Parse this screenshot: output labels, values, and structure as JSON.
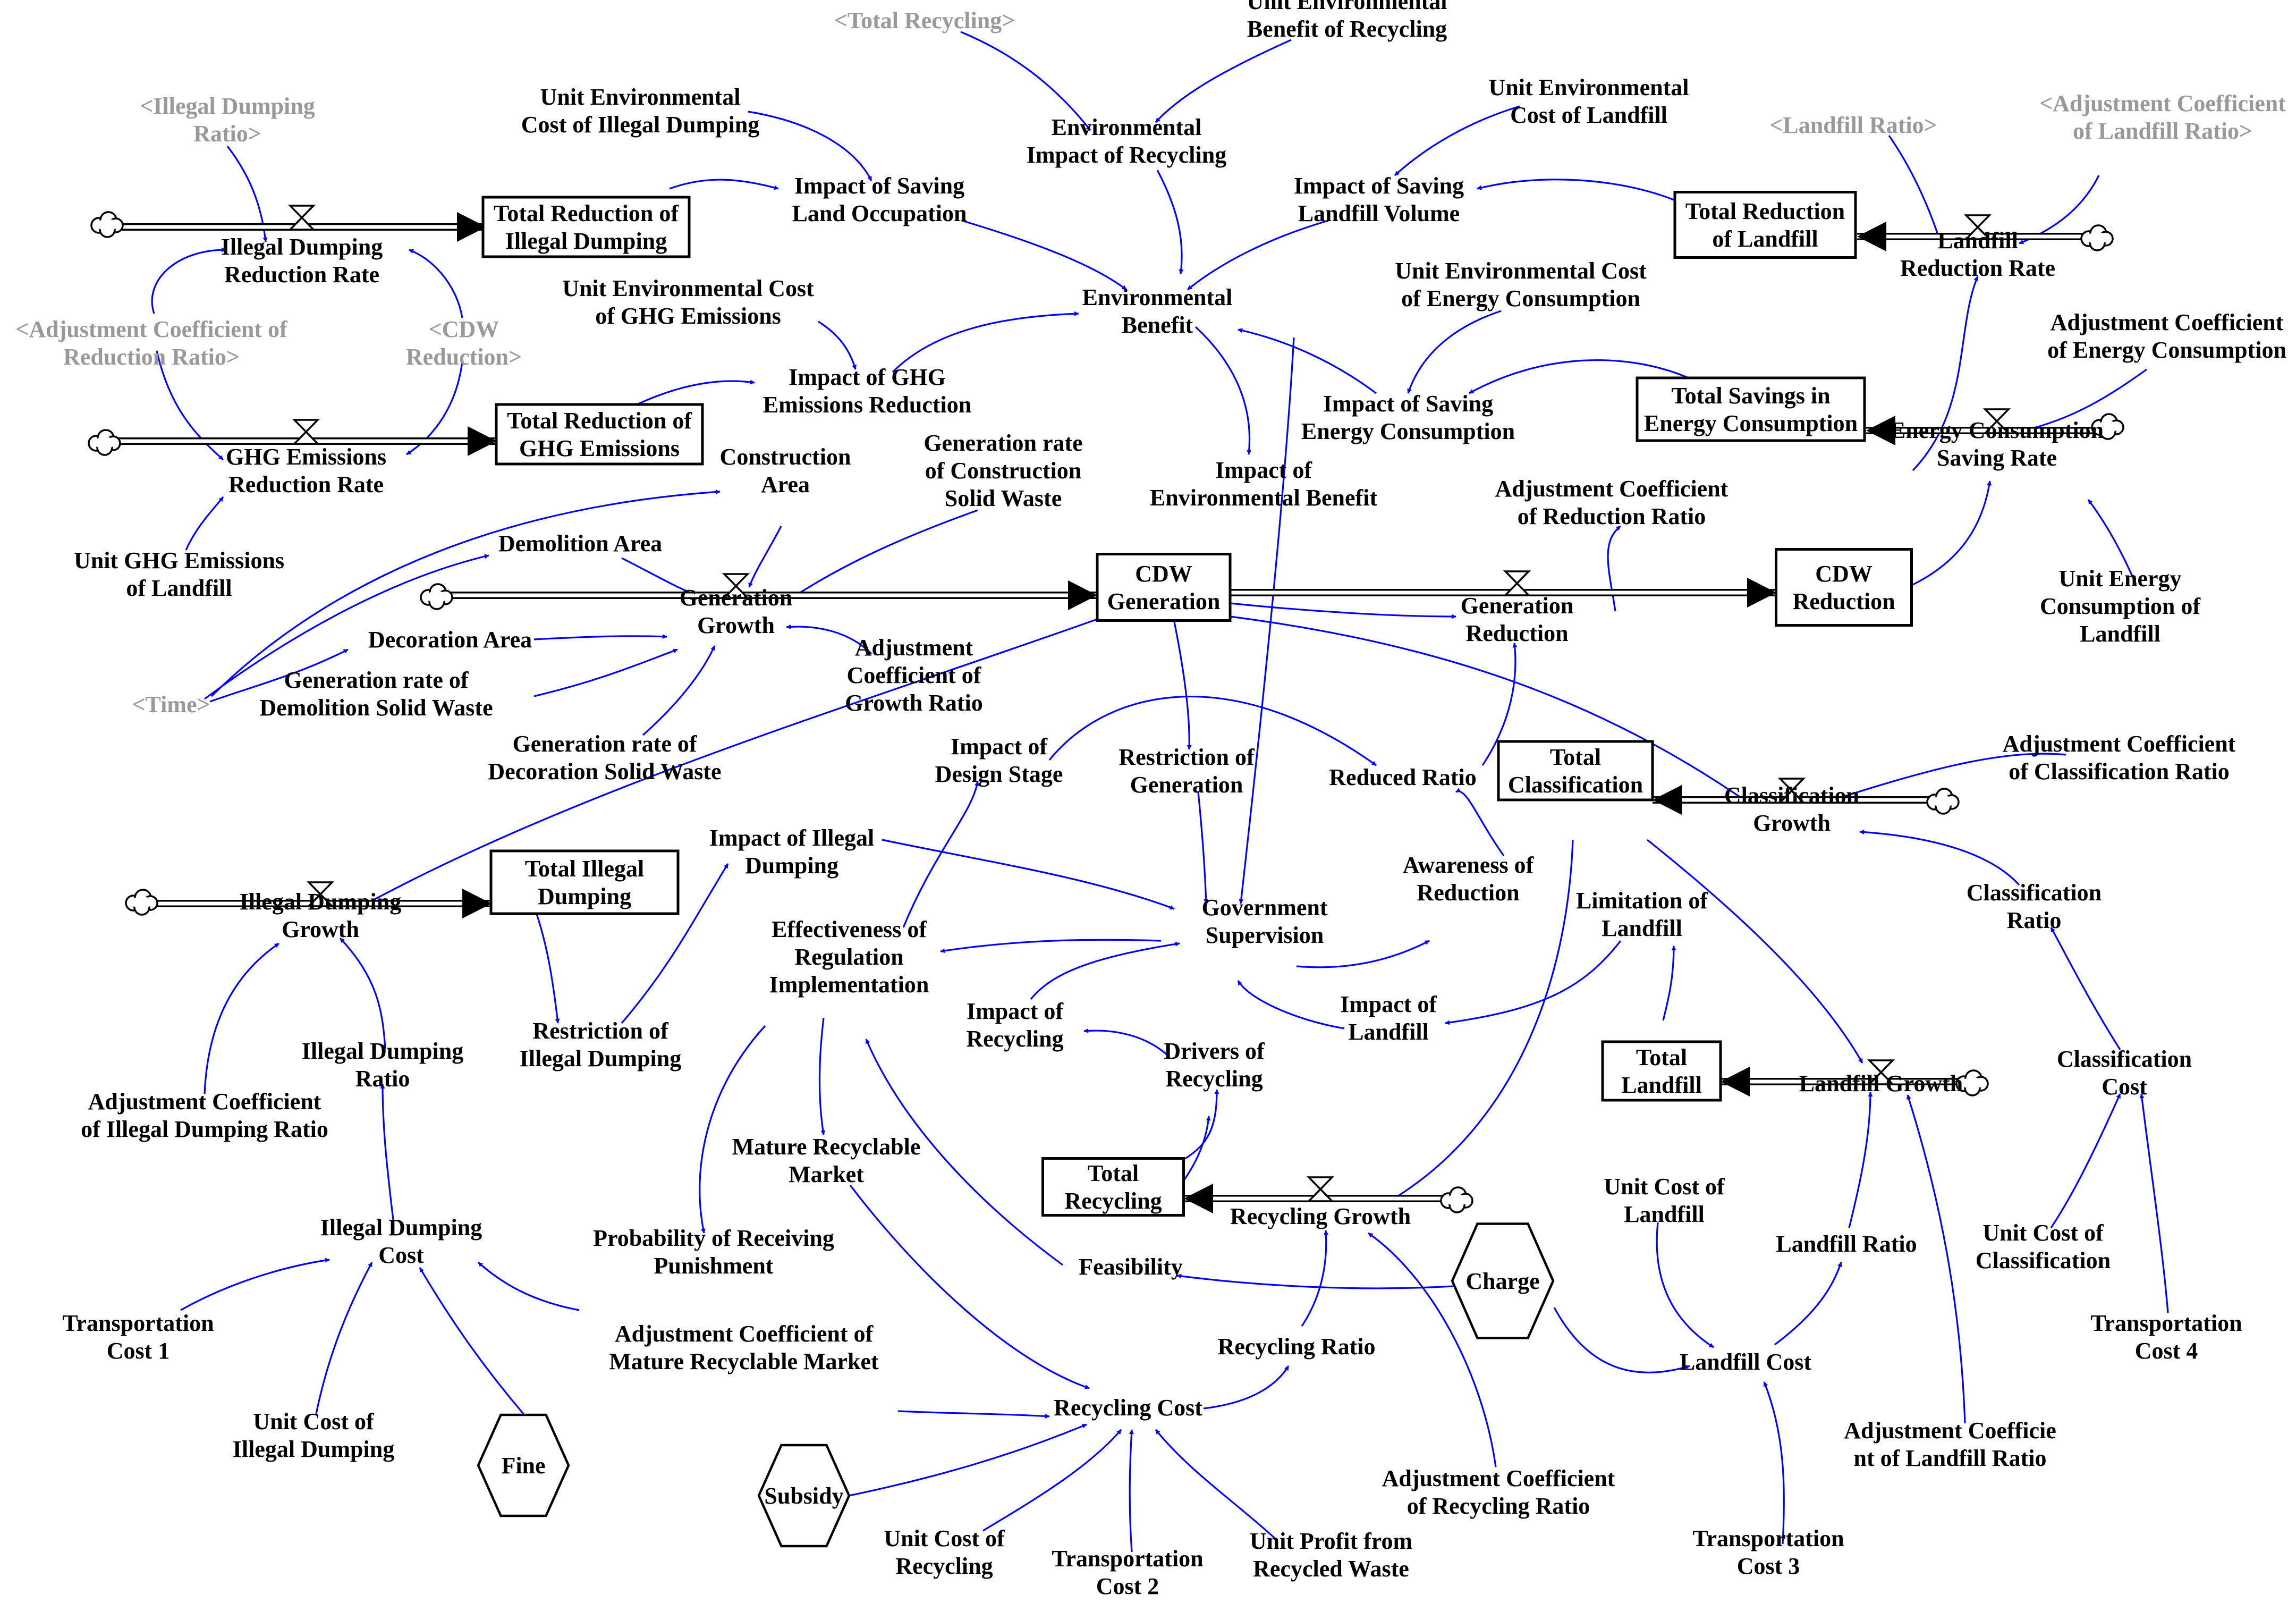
{
  "diagram": {
    "colors": {
      "link": "#0000ff",
      "text": "#000000",
      "shadow": "#999999",
      "flow": "#000000"
    },
    "labels": {
      "total_recycling_shadow": "<Total Recycling>",
      "unit_env_benefit_recycling": [
        "Unit Environmental",
        "Benefit of Recycling"
      ],
      "env_impact_recycling": [
        "Environmental",
        "Impact of Recycling"
      ],
      "illegal_dumping_ratio_shadow": [
        "<Illegal Dumping",
        "Ratio>"
      ],
      "unit_env_cost_illegal": [
        "Unit Environmental",
        "Cost of Illegal Dumping"
      ],
      "impact_saving_land": [
        "Impact of Saving",
        "Land Occupation"
      ],
      "unit_env_cost_landfill": [
        "Unit Environmental",
        "Cost of Landfill"
      ],
      "impact_saving_landfill_volume": [
        "Impact of Saving",
        "Landfill Volume"
      ],
      "landfill_ratio_shadow": "<Landfill Ratio>",
      "adj_coef_landfill_ratio_shadow": [
        "<Adjustment Coefficient",
        "of Landfill Ratio>"
      ],
      "illegal_dumping_reduction_rate": [
        "Illegal Dumping",
        "Reduction Rate"
      ],
      "total_reduction_illegal": [
        "Total Reduction of",
        "Illegal Dumping"
      ],
      "environmental_benefit": [
        "Environmental",
        "Benefit"
      ],
      "total_reduction_landfill": [
        "Total Reduction",
        "of Landfill"
      ],
      "landfill_reduction_rate": [
        "Landfill",
        "Reduction Rate"
      ],
      "adj_coef_reduction_ratio_shadow": [
        "<Adjustment Coefficient of",
        "Reduction Ratio>"
      ],
      "cdw_reduction_shadow": [
        "<CDW",
        "Reduction>"
      ],
      "unit_env_cost_ghg": [
        "Unit Environmental Cost",
        "of GHG Emissions"
      ],
      "unit_env_cost_energy": [
        "Unit Environmental Cost",
        "of Energy Consumption"
      ],
      "adj_coef_energy": [
        "Adjustment Coefficient",
        "of Energy Consumption"
      ],
      "impact_ghg_reduction": [
        "Impact of GHG",
        "Emissions Reduction"
      ],
      "impact_saving_energy": [
        "Impact of Saving",
        "Energy Consumption"
      ],
      "total_savings_energy": [
        "Total Savings in",
        "Energy Consumption"
      ],
      "energy_consumption_saving_rate": [
        "Energy Consumption",
        "Saving Rate"
      ],
      "ghg_emissions_reduction_rate": [
        "GHG Emissions",
        "Reduction Rate"
      ],
      "total_reduction_ghg": [
        "Total Reduction of",
        "GHG Emissions"
      ],
      "construction_area": [
        "Construction",
        "Area"
      ],
      "generation_rate_construction": [
        "Generation rate",
        "of Construction",
        "Solid Waste"
      ],
      "impact_env_benefit": [
        "Impact of",
        "Environmental Benefit"
      ],
      "adj_coef_reduction_ratio": [
        "Adjustment Coefficient",
        "of Reduction Ratio"
      ],
      "unit_ghg_emissions_landfill": [
        "Unit GHG Emissions",
        "of Landfill"
      ],
      "demolition_area": "Demolition Area",
      "generation_growth": [
        "Generation",
        "Growth"
      ],
      "cdw_generation": [
        "CDW",
        "Generation"
      ],
      "generation_reduction": [
        "Generation",
        "Reduction"
      ],
      "cdw_reduction": [
        "CDW",
        "Reduction"
      ],
      "unit_energy_consumption_landfill": [
        "Unit Energy",
        "Consumption of",
        "Landfill"
      ],
      "decoration_area": "Decoration Area",
      "time_shadow": "<Time>",
      "generation_rate_demolition": [
        "Generation rate of",
        "Demolition Solid Waste"
      ],
      "adj_coef_growth_ratio": [
        "Adjustment",
        "Coefficient of",
        "Growth Ratio"
      ],
      "generation_rate_decoration": [
        "Generation rate of",
        "Decoration Solid Waste"
      ],
      "impact_design_stage": [
        "Impact of",
        "Design Stage"
      ],
      "restriction_generation": [
        "Restriction of",
        "Generation"
      ],
      "reduced_ratio": "Reduced Ratio",
      "total_classification": [
        "Total",
        "Classification"
      ],
      "classification_growth": [
        "Classification",
        "Growth"
      ],
      "adj_coef_classification_ratio": [
        "Adjustment Coefficient",
        "of Classification Ratio"
      ],
      "total_illegal_dumping": [
        "Total Illegal",
        "Dumping"
      ],
      "impact_illegal_dumping": [
        "Impact of Illegal",
        "Dumping"
      ],
      "illegal_dumping_growth": [
        "Illegal Dumping",
        "Growth"
      ],
      "effectiveness_regulation": [
        "Effectiveness of",
        "Regulation",
        "Implementation"
      ],
      "government_supervision": [
        "Government",
        "Supervision"
      ],
      "awareness_reduction": [
        "Awareness of",
        "Reduction"
      ],
      "limitation_landfill": [
        "Limitation of",
        "Landfill"
      ],
      "classification_ratio": [
        "Classification",
        "Ratio"
      ],
      "restriction_illegal_dumping": [
        "Restriction of",
        "Illegal Dumping"
      ],
      "impact_recycling": [
        "Impact of",
        "Recycling"
      ],
      "impact_landfill": [
        "Impact of",
        "Landfill"
      ],
      "illegal_dumping_ratio": [
        "Illegal Dumping",
        "Ratio"
      ],
      "drivers_recycling": [
        "Drivers of",
        "Recycling"
      ],
      "total_landfill": [
        "Total",
        "Landfill"
      ],
      "landfill_growth": "Landfill Growth",
      "classification_cost": [
        "Classification",
        "Cost"
      ],
      "adj_coef_illegal_dumping_ratio": [
        "Adjustment Coefficient",
        "of Illegal Dumping Ratio"
      ],
      "mature_recyclable_market": [
        "Mature Recyclable",
        "Market"
      ],
      "total_recycling": [
        "Total",
        "Recycling"
      ],
      "recycling_growth": "Recycling Growth",
      "unit_cost_landfill": [
        "Unit Cost of",
        "Landfill"
      ],
      "illegal_dumping_cost": [
        "Illegal Dumping",
        "Cost"
      ],
      "probability_punishment": [
        "Probability of Receiving",
        "Punishment"
      ],
      "feasibility": "Feasibility",
      "charge": "Charge",
      "landfill_ratio": "Landfill Ratio",
      "unit_cost_classification": [
        "Unit Cost of",
        "Classification"
      ],
      "transportation_cost_1": [
        "Transportation",
        "Cost 1"
      ],
      "recycling_ratio": "Recycling Ratio",
      "transportation_cost_4": [
        "Transportation",
        "Cost 4"
      ],
      "adj_coef_mature_market": [
        "Adjustment Coefficient of",
        "Mature Recyclable Market"
      ],
      "landfill_cost": "Landfill Cost",
      "recycling_cost": "Recycling Cost",
      "unit_cost_illegal_dumping": [
        "Unit Cost of",
        "Illegal Dumping"
      ],
      "fine": "Fine",
      "adj_coef_landfill_ratio": [
        "Adjustment Coefficie",
        "nt of Landfill Ratio"
      ],
      "subsidy": "Subsidy",
      "adj_coef_recycling_ratio": [
        "Adjustment Coefficient",
        "of Recycling Ratio"
      ],
      "unit_cost_recycling": [
        "Unit Cost of",
        "Recycling"
      ],
      "transportation_cost_3": [
        "Transportation",
        "Cost 3"
      ],
      "transportation_cost_2": [
        "Transportation",
        "Cost 2"
      ],
      "unit_profit_recycled": [
        "Unit Profit from",
        "Recycled Waste"
      ]
    }
  }
}
